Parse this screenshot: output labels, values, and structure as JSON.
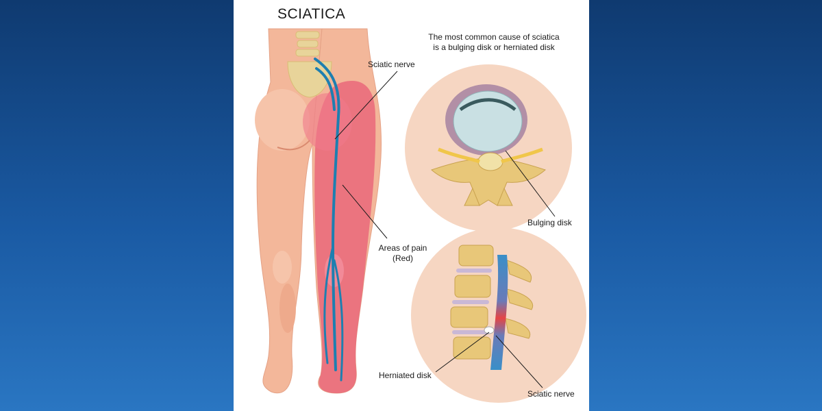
{
  "diagram": {
    "title": "SCIATICA",
    "caption_line1": "The most common cause of sciatica",
    "caption_line2": "is a bulging disk or herniated disk",
    "labels": {
      "sciatic_nerve_top": "Sciatic nerve",
      "areas_of_pain_line1": "Areas of pain",
      "areas_of_pain_line2": "(Red)",
      "bulging_disk": "Bulging disk",
      "herniated_disk": "Herniated disk",
      "sciatic_nerve_bottom": "Sciatic nerve"
    },
    "colors": {
      "background_top": "#0f3a70",
      "background_bottom": "#2a76c2",
      "skin": "#f3b79a",
      "pain_area": "#e9687a",
      "nerve": "#1e7fb0",
      "bone": "#e8c779",
      "disk": "#c9e0e3"
    }
  }
}
